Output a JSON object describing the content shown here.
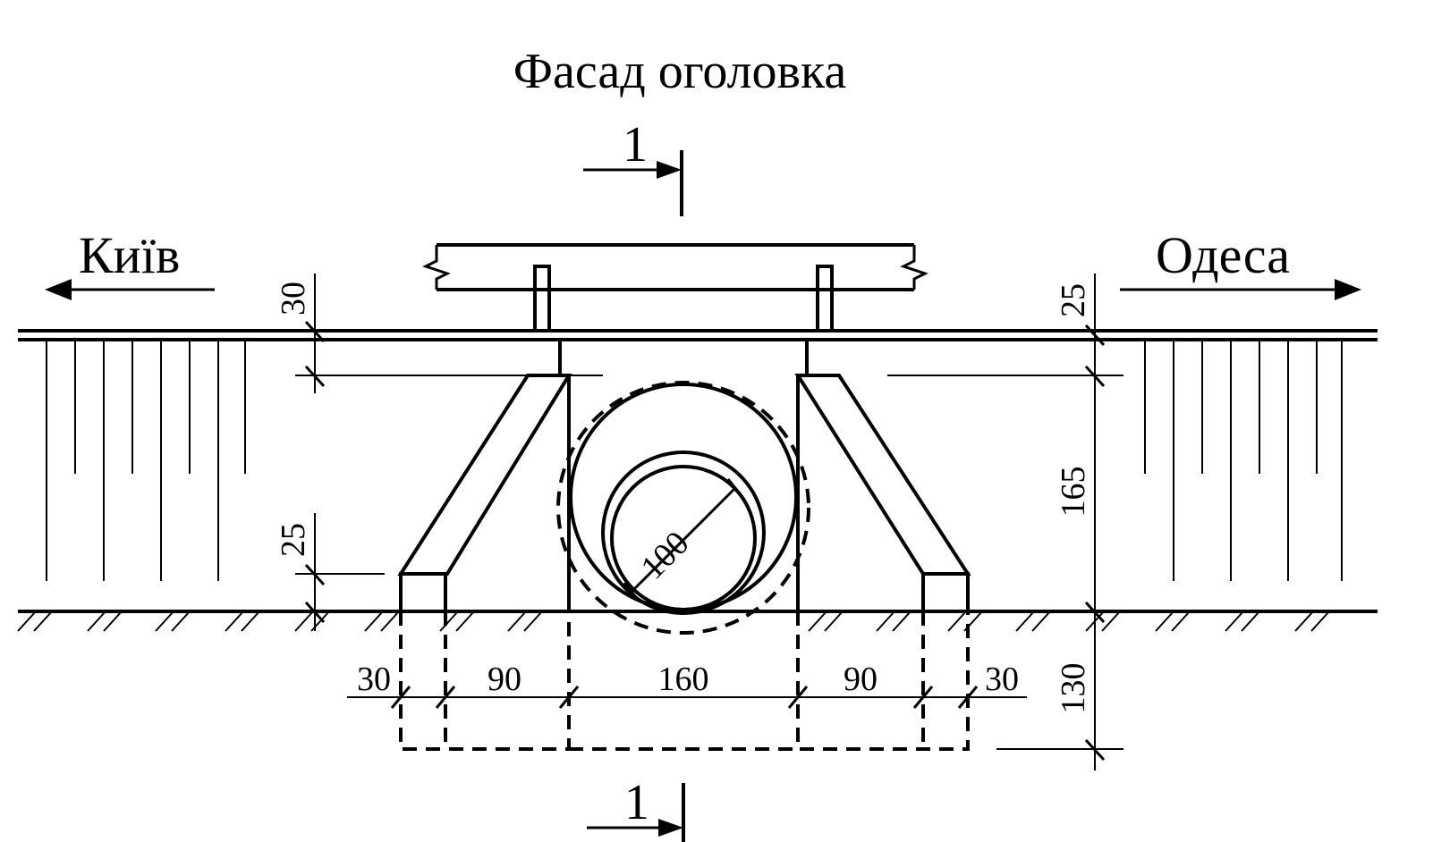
{
  "title": "Фасад оголовка",
  "section_mark": "1",
  "directions": {
    "left": "Київ",
    "right": "Одеса"
  },
  "dimensions": {
    "fill_left": "30",
    "fill_right": "25",
    "wing_foot_height": "25",
    "culvert_height": "165",
    "foundation_depth": "130",
    "pipe_diameter": "100",
    "footing_left": "30",
    "wing_left": "90",
    "opening": "160",
    "wing_right": "90",
    "footing_right": "30"
  }
}
